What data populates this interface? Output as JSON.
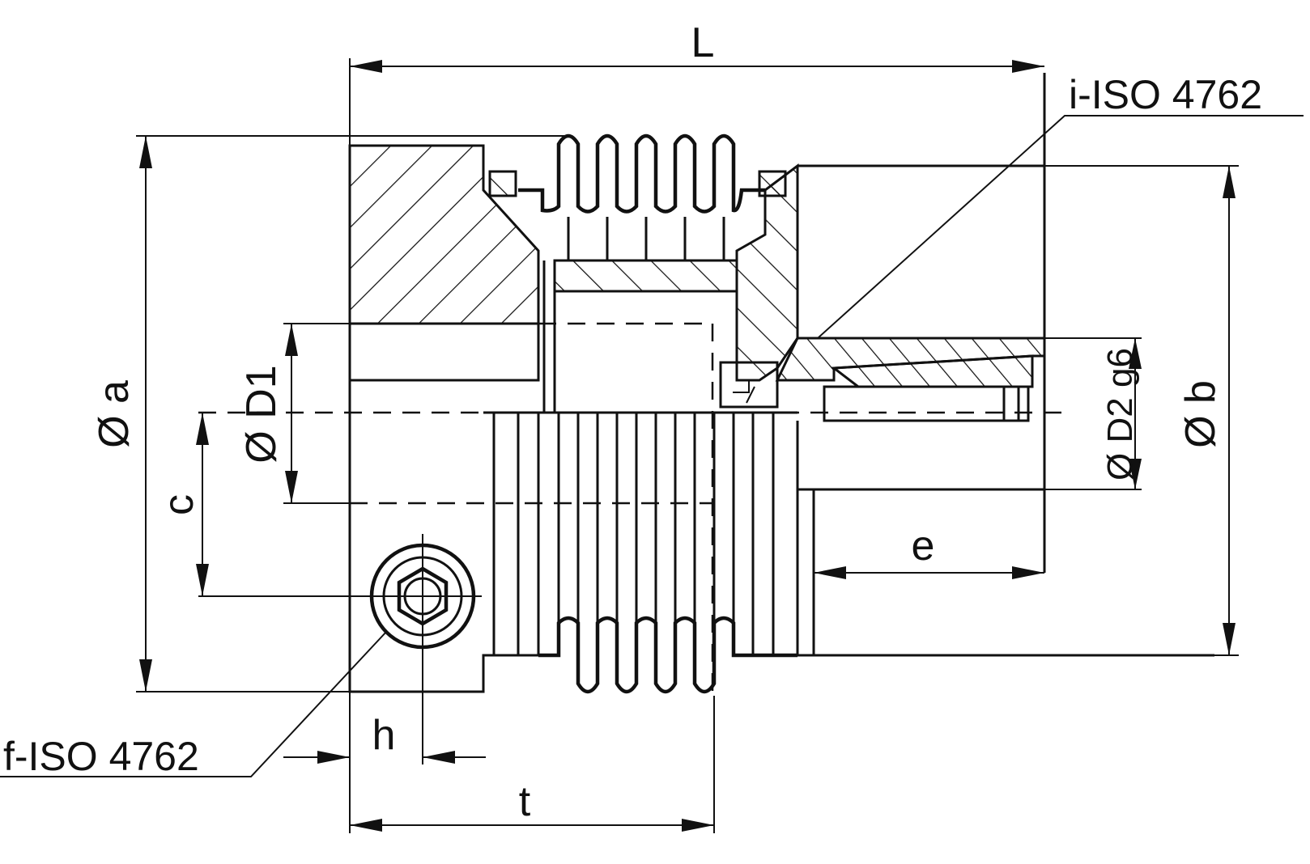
{
  "labels": {
    "L": "L",
    "a": "Ø a",
    "D1": "Ø D1",
    "c": "c",
    "D2": "Ø D2 g6",
    "b": "Ø b",
    "e": "e",
    "h": "h",
    "t": "t",
    "screw_i": "i-ISO 4762",
    "screw_f": "f-ISO 4762"
  }
}
